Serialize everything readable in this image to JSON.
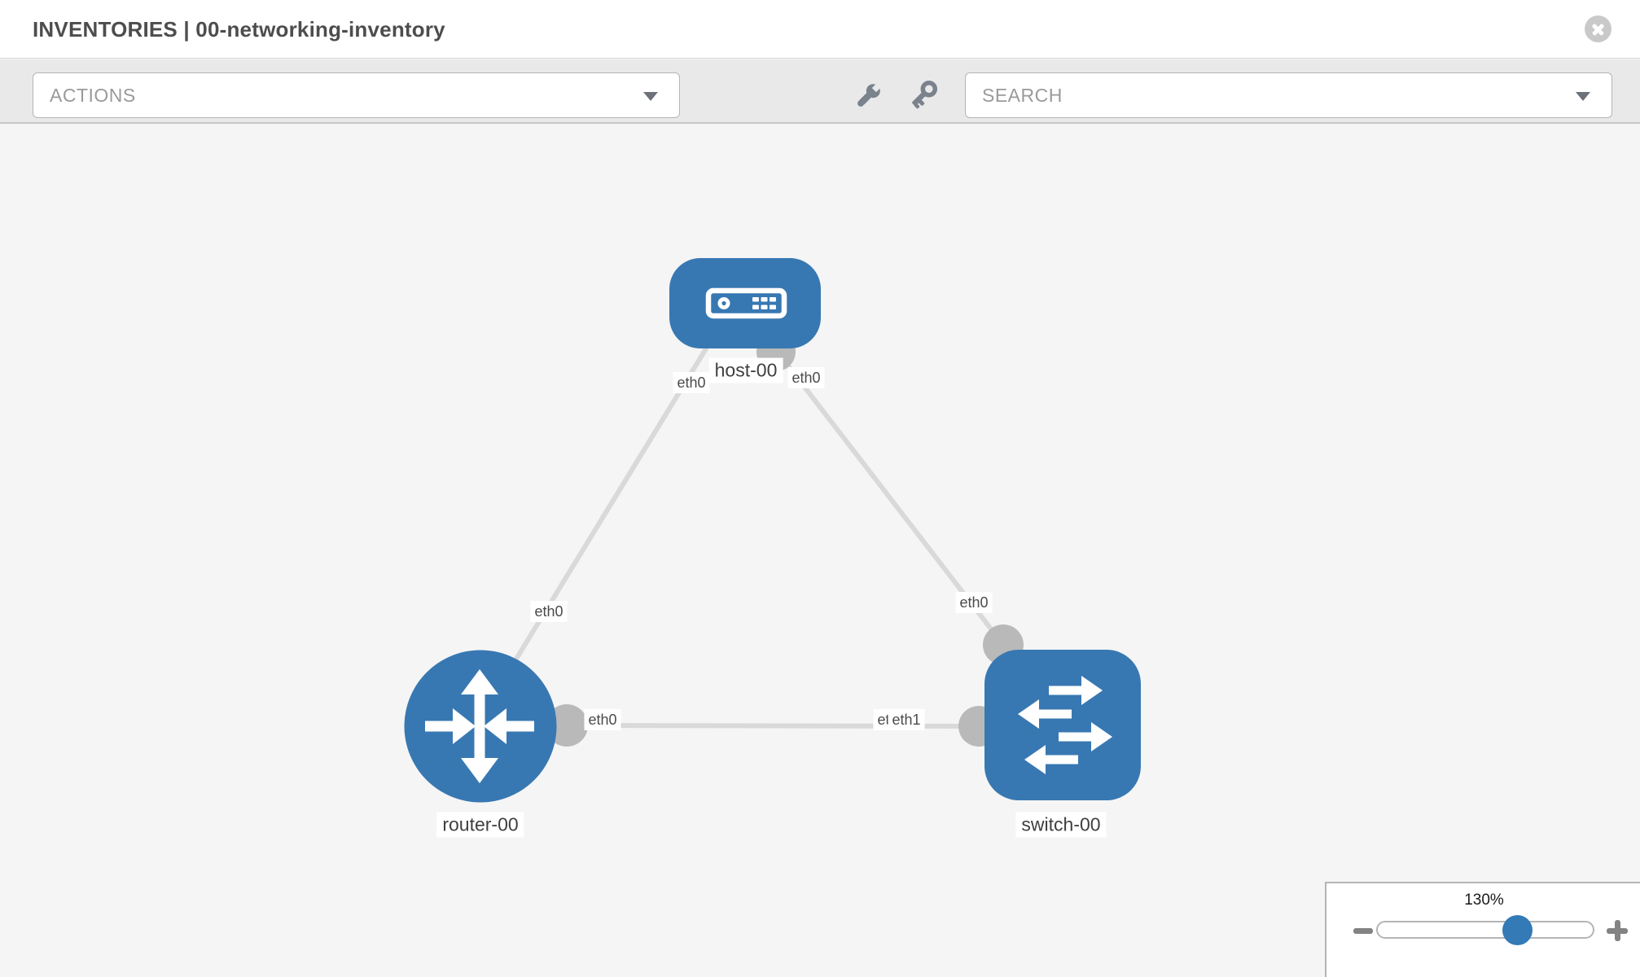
{
  "header": {
    "title": "INVENTORIES | 00-networking-inventory",
    "close_icon": "circle-x-icon"
  },
  "toolbar": {
    "actions": {
      "label": "ACTIONS"
    },
    "search": {
      "label": "SEARCH"
    },
    "icons": [
      "wrench",
      "key"
    ]
  },
  "zoom_control": {
    "level": "130%",
    "minus_icon": "zoom-out",
    "plus_icon": "zoom-in"
  },
  "topology": {
    "nodes": [
      {
        "id": "host-00",
        "type": "host",
        "label": "host-00"
      },
      {
        "id": "router-00",
        "type": "router",
        "label": "router-00"
      },
      {
        "id": "switch-00",
        "type": "switch",
        "label": "switch-00"
      }
    ],
    "links": [
      {
        "from": "host-00",
        "from_if": "eth0",
        "to": "router-00",
        "to_if": "eth0"
      },
      {
        "from": "host-00",
        "from_if": "eth0",
        "to": "switch-00",
        "to_if": "eth0"
      },
      {
        "from": "router-00",
        "from_if": "eth0",
        "to": "switch-00",
        "to_if": "eth1",
        "to_if_overlapped": "eth0"
      }
    ]
  },
  "colors": {
    "node_blue": "#3878b2",
    "port_gray": "#b9b9b9",
    "edge_gray": "#d9d9d9",
    "toolbar_bg": "#e9e9e9",
    "canvas_bg": "#f5f5f5",
    "accent": "#337ab7"
  }
}
